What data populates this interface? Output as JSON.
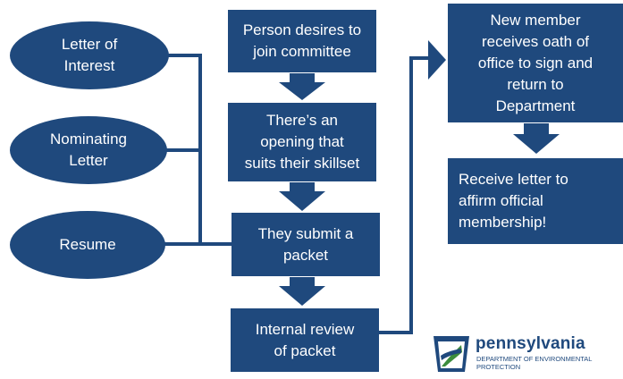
{
  "inputs": [
    {
      "label": "Letter of\nInterest"
    },
    {
      "label": "Nominating\nLetter"
    },
    {
      "label": "Resume"
    }
  ],
  "steps": {
    "desire": "Person desires to\njoin committee",
    "opening": "There’s an\nopening that\nsuits their skillset",
    "submit": "They submit a\npacket",
    "review": "Internal review\nof packet",
    "oath": "New member\nreceives oath of\noffice to sign and\nreturn to\nDepartment",
    "affirm": "Receive letter to\naffirm official\nmembership!"
  },
  "logo": {
    "word": "pennsylvania",
    "sub": "DEPARTMENT OF ENVIRONMENTAL\nPROTECTION",
    "icon": "keystone-icon"
  },
  "colors": {
    "primary": "#1f497d",
    "logo_green": "#3c8c3c"
  }
}
